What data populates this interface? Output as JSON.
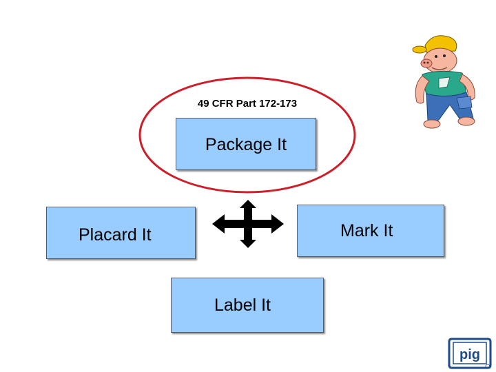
{
  "diagram": {
    "regulation_label": "49 CFR Part 172-173",
    "boxes": {
      "package": "Package It",
      "placard": "Placard It",
      "mark": "Mark It",
      "label": "Label It"
    }
  },
  "logo": {
    "text": "pig"
  },
  "colors": {
    "box_fill": "#99ccff",
    "ellipse_stroke": "#cc1f2a",
    "arrow_fill": "#000000"
  }
}
